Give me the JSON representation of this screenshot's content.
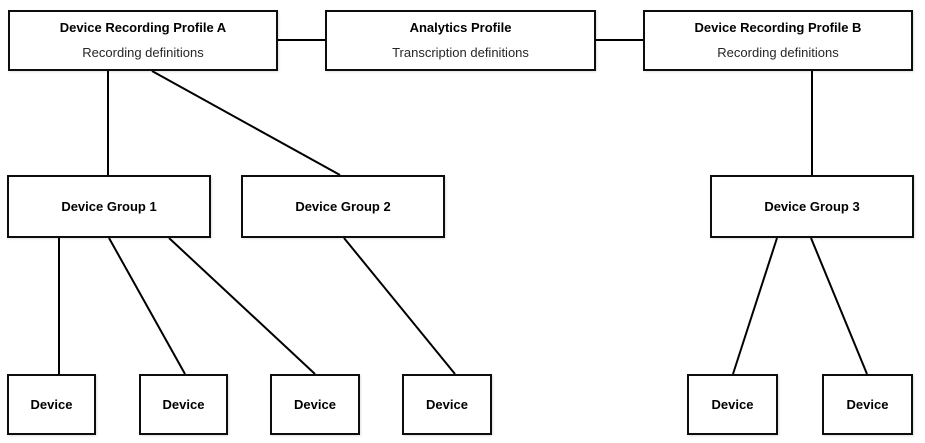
{
  "diagram": {
    "colors": {
      "background": "#ffffff",
      "line": "#000000",
      "box_border": "#0d0d0d",
      "box_fill": "#ffffff",
      "title_text": "#000000",
      "subtitle_text": "#262626"
    },
    "nodes": {
      "profile_a": {
        "title": "Device Recording Profile A",
        "subtitle": "Recording definitions"
      },
      "analytics_profile": {
        "title": "Analytics Profile",
        "subtitle": "Transcription definitions"
      },
      "profile_b": {
        "title": "Device Recording Profile B",
        "subtitle": "Recording definitions"
      },
      "device_group_1": {
        "title": "Device Group 1"
      },
      "device_group_2": {
        "title": "Device Group 2"
      },
      "device_group_3": {
        "title": "Device Group 3"
      },
      "device_1": {
        "title": "Device"
      },
      "device_2": {
        "title": "Device"
      },
      "device_3": {
        "title": "Device"
      },
      "device_4": {
        "title": "Device"
      },
      "device_5": {
        "title": "Device"
      },
      "device_6": {
        "title": "Device"
      }
    },
    "edges": [
      {
        "from": "profile_a",
        "to": "analytics_profile"
      },
      {
        "from": "analytics_profile",
        "to": "profile_b"
      },
      {
        "from": "profile_a",
        "to": "device_group_1"
      },
      {
        "from": "profile_a",
        "to": "device_group_2"
      },
      {
        "from": "profile_b",
        "to": "device_group_3"
      },
      {
        "from": "device_group_1",
        "to": "device_1"
      },
      {
        "from": "device_group_1",
        "to": "device_2"
      },
      {
        "from": "device_group_1",
        "to": "device_3"
      },
      {
        "from": "device_group_2",
        "to": "device_4"
      },
      {
        "from": "device_group_3",
        "to": "device_5"
      },
      {
        "from": "device_group_3",
        "to": "device_6"
      }
    ]
  }
}
